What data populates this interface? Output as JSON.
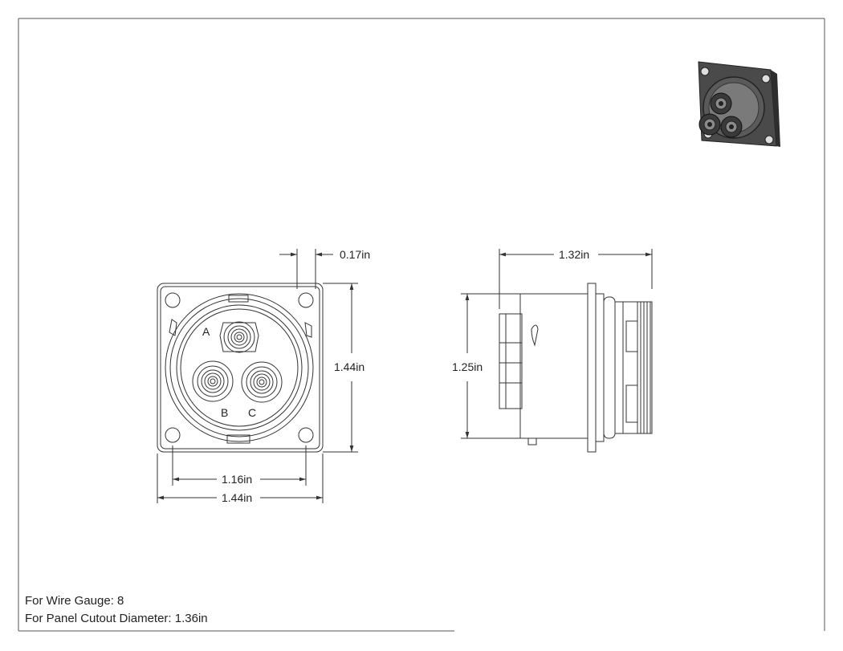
{
  "front_view": {
    "dim_flange_offset": "0.17in",
    "dim_height": "1.44in",
    "dim_mount_spacing": "1.16in",
    "dim_width": "1.44in",
    "contact_a": "A",
    "contact_b": "B",
    "contact_c": "C"
  },
  "side_view": {
    "dim_length": "1.32in",
    "dim_body_height": "1.25in"
  },
  "notes": {
    "wire_gauge": "For Wire Gauge: 8",
    "panel_cutout": "For Panel Cutout Diameter: 1.36in"
  },
  "colors": {
    "line": "#333333",
    "render_dark": "#3a3a3a",
    "render_mid": "#6a6a6a",
    "render_light": "#9a9a9a"
  }
}
